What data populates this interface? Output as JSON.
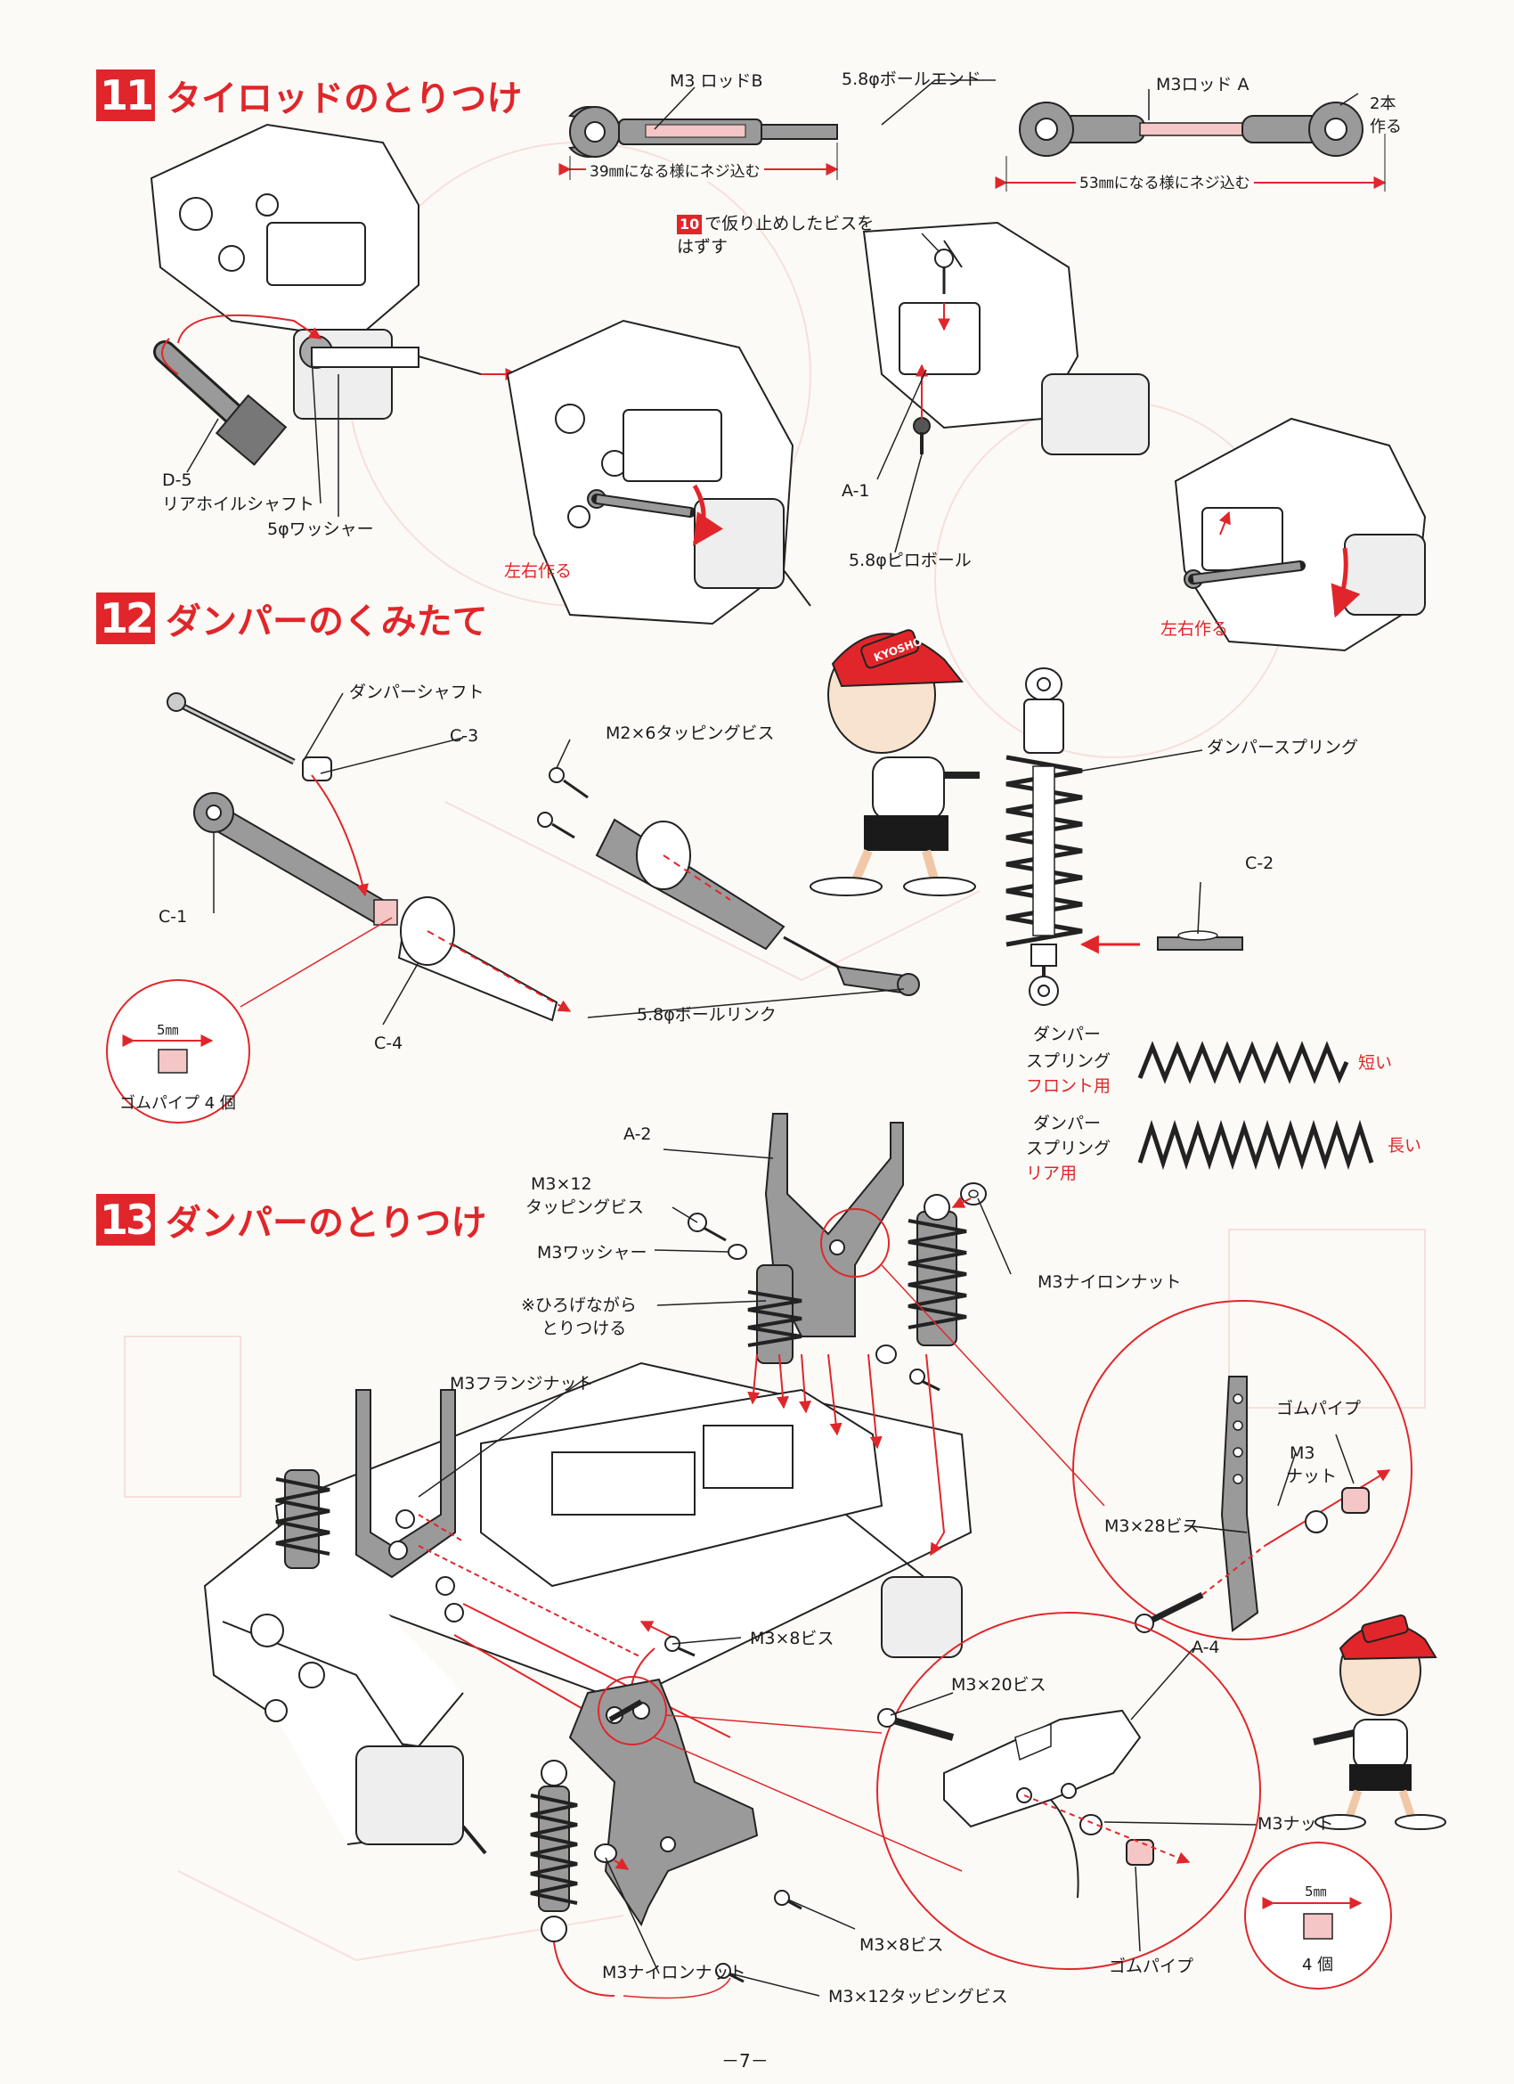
{
  "page_number": "－7－",
  "sections": [
    {
      "number": "11",
      "title": "タイロッドのとりつけ"
    },
    {
      "number": "12",
      "title": "ダンパーのくみたて"
    },
    {
      "number": "13",
      "title": "ダンパーのとりつけ"
    }
  ],
  "s11": {
    "rod_b_label": "M3 ロッドB",
    "ball_end_label": "5.8φボールエンド",
    "rod_b_dim": "39㎜になる様にネジ込む",
    "rod_a_label": "M3ロッド A",
    "make_two": "2本作る",
    "rod_a_dim": "53㎜になる様にネジ込む",
    "note_ref": "10",
    "note_text_1": "で仮り止めしたビスを",
    "note_text_2": "はずす",
    "d5": "D-5",
    "rear_wheel_shaft": "リアホイルシャフト",
    "washer": "5φワッシャー",
    "a1": "A-1",
    "pillow_ball": "5.8φピロボール",
    "make_lr_1": "左右作る",
    "make_lr_2": "左右作る"
  },
  "s12": {
    "damper_shaft": "ダンパーシャフト",
    "c3": "C-3",
    "c1": "C-1",
    "c4": "C-4",
    "tapping_screw": "M2×6タッピングビス",
    "ball_link": "5.8φボールリンク",
    "damper_spring": "ダンパースプリング",
    "c2": "C-2",
    "dim_5mm": "5㎜",
    "rubber_pipe": "ゴムパイプ 4 個",
    "spring_front_1": "ダンパー",
    "spring_front_2": "スプリング",
    "spring_front_3": "フロント用",
    "short": "短い",
    "spring_rear_1": "ダンパー",
    "spring_rear_2": "スプリング",
    "spring_rear_3": "リア用",
    "long": "長い",
    "logo": "KYOSHO"
  },
  "s13": {
    "a2": "A-2",
    "tap12_1": "M3×12",
    "tap12_2": "タッピングビス",
    "m3_washer": "M3ワッシャー",
    "spread_1": "※ひろげながら",
    "spread_2": "とりつける",
    "nylon_nut": "M3ナイロンナット",
    "flange_nut": "M3フランジナット",
    "rubber_pipe": "ゴムパイプ",
    "m3_nut_1": "M3",
    "m3_nut_2": "ナット",
    "m3x28": "M3×28ビス",
    "m3x8_a": "M3×8ビス",
    "m3x20": "M3×20ビス",
    "a4": "A-4",
    "m3_nut": "M3ナット",
    "dim_5mm": "5㎜",
    "four": "4 個",
    "m3x8_b": "M3×8ビス",
    "rubber_pipe_2": "ゴムパイプ",
    "nylon_nut_2": "M3ナイロンナット",
    "tap12_b": "M3×12タッピングビス"
  }
}
